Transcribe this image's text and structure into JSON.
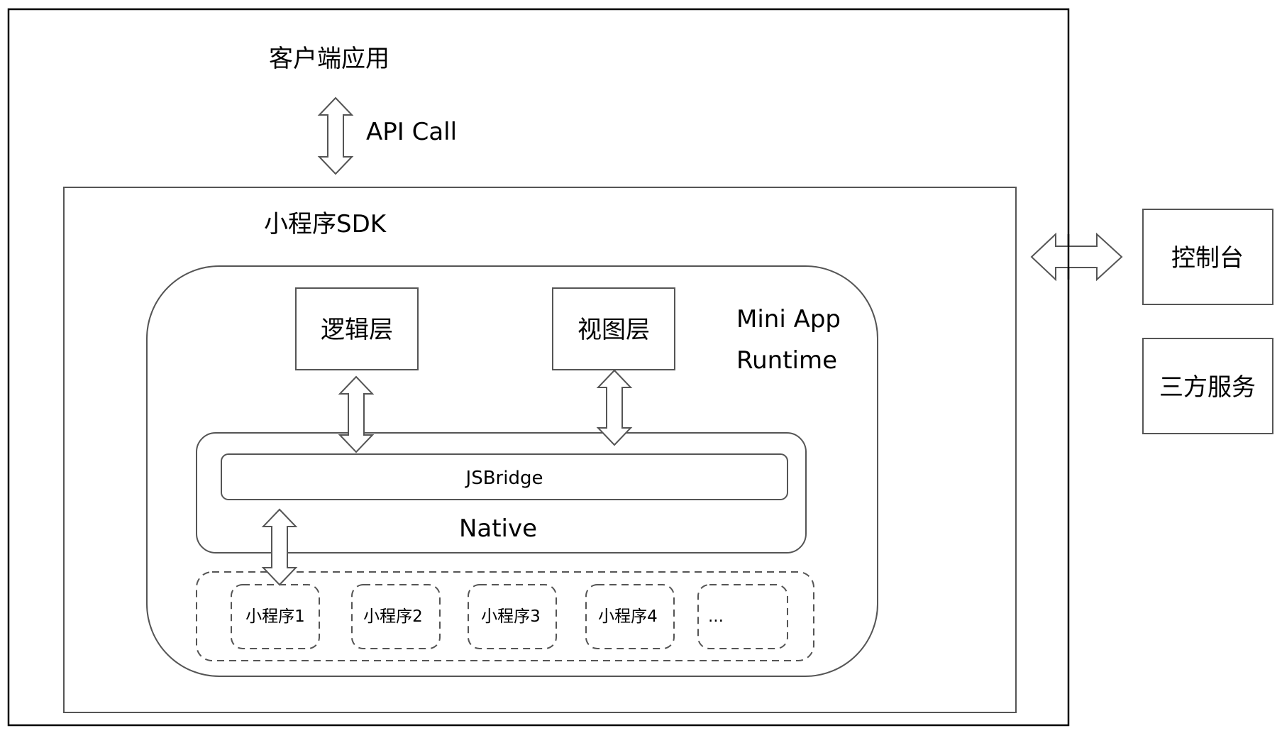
{
  "client_app": {
    "title": "客户端应用",
    "api_call_label": "API Call"
  },
  "sdk": {
    "title": "小程序SDK",
    "runtime": {
      "title_line1": "Mini App",
      "title_line2": "Runtime",
      "logic_layer": "逻辑层",
      "view_layer": "视图层",
      "native": {
        "label": "Native",
        "jsbridge": "JSBridge"
      }
    },
    "mini_apps": [
      "小程序1",
      "小程序2",
      "小程序3",
      "小程序4",
      "..."
    ]
  },
  "external": {
    "console": "控制台",
    "third_party": "三方服务"
  }
}
